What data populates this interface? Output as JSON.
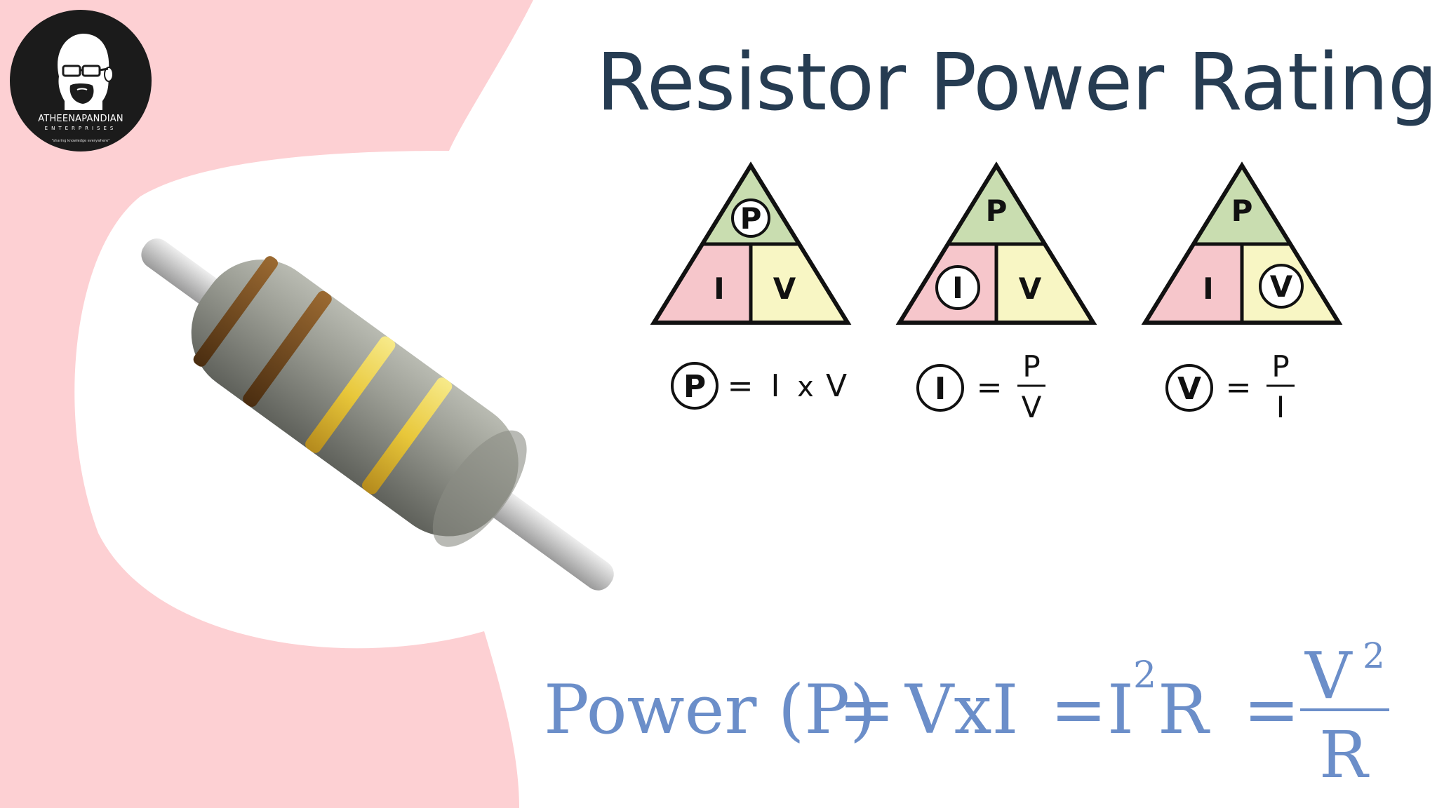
{
  "logo": {
    "brand": "ATHEENAPANDIAN",
    "sub": "ENTERPRISES",
    "tagline": "\"sharing knowledge everywhere\""
  },
  "title": "Resistor Power Rating",
  "triangles": [
    {
      "top": "P",
      "left": "I",
      "right": "V",
      "circled": "P"
    },
    {
      "top": "P",
      "left": "I",
      "right": "V",
      "circled": "I"
    },
    {
      "top": "P",
      "left": "I",
      "right": "V",
      "circled": "V"
    }
  ],
  "equations": [
    {
      "lhs": "P",
      "eq": "=",
      "a": "I",
      "op": "x",
      "b": "V"
    },
    {
      "lhs": "I",
      "eq": "=",
      "num": "P",
      "den": "V"
    },
    {
      "lhs": "V",
      "eq": "=",
      "num": "P",
      "den": "I"
    }
  ],
  "power_formula": {
    "label": "Power (P)",
    "eq1": "=",
    "expr1": "VxI",
    "eq2": "=",
    "i_base": "I",
    "i_exp": "2",
    "r": "R",
    "eq3": "=",
    "num_base": "V",
    "num_exp": "2",
    "den": "R"
  },
  "colors": {
    "pink_bg": "#fdd0d3",
    "title": "#263c52",
    "tri_p": "#c9ddb0",
    "tri_i": "#f6c6cb",
    "tri_v": "#f8f6c4",
    "formula": "#6b8ec9"
  }
}
